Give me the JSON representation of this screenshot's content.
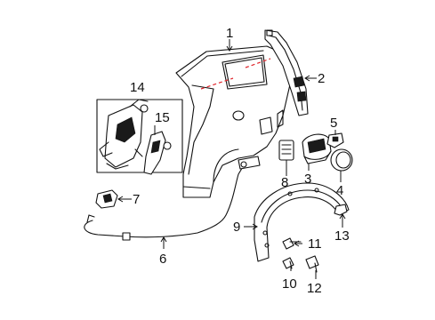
{
  "diagram": {
    "callouts": [
      {
        "id": "c1",
        "label": "1"
      },
      {
        "id": "c2",
        "label": "2"
      },
      {
        "id": "c3",
        "label": "3"
      },
      {
        "id": "c4",
        "label": "4"
      },
      {
        "id": "c5",
        "label": "5"
      },
      {
        "id": "c6",
        "label": "6"
      },
      {
        "id": "c7",
        "label": "7"
      },
      {
        "id": "c8",
        "label": "8"
      },
      {
        "id": "c9",
        "label": "9"
      },
      {
        "id": "c10",
        "label": "10"
      },
      {
        "id": "c11",
        "label": "11"
      },
      {
        "id": "c12",
        "label": "12"
      },
      {
        "id": "c13",
        "label": "13"
      },
      {
        "id": "c14",
        "label": "14"
      },
      {
        "id": "c15",
        "label": "15"
      }
    ],
    "colors": {
      "line": "#111111",
      "cut_line": "#e0242a",
      "background": "#ffffff"
    }
  }
}
